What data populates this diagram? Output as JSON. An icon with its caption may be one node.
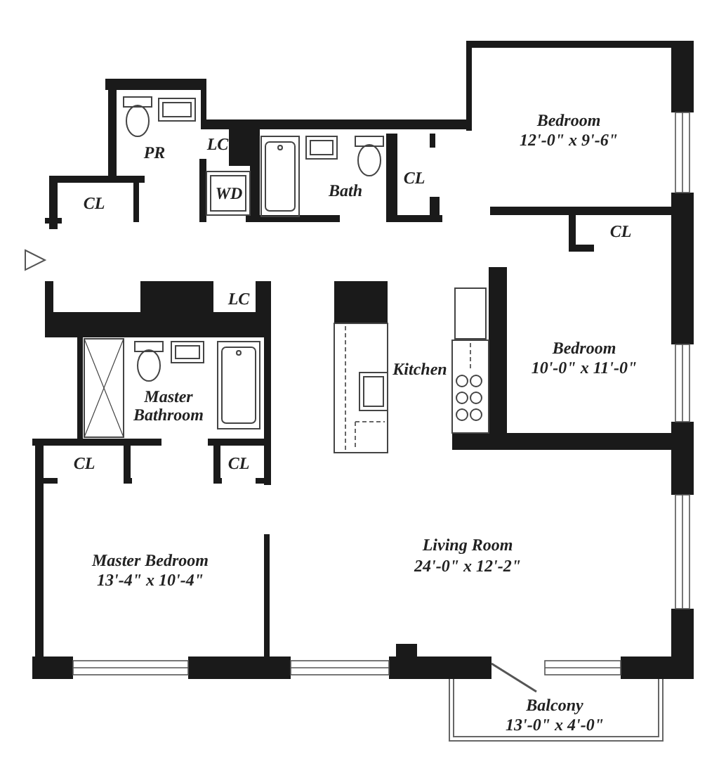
{
  "diagram": {
    "labels": [
      "Bedroom",
      "12'-0\" x 9'-6\"",
      "LC",
      "PR",
      "CL",
      "WD",
      "Bath",
      "CL",
      "CL",
      "LC",
      "Bedroom",
      "10'-0\" x 11'-0\"",
      "Kitchen",
      "Master Bathroom",
      "CL",
      "CL",
      "Living Room",
      "24'-0\" x 12'-2\"",
      "Master Bedroom",
      "13'-4\" x 10'-4\"",
      "Balcony",
      "13'-0\" x 4'-0\""
    ]
  }
}
